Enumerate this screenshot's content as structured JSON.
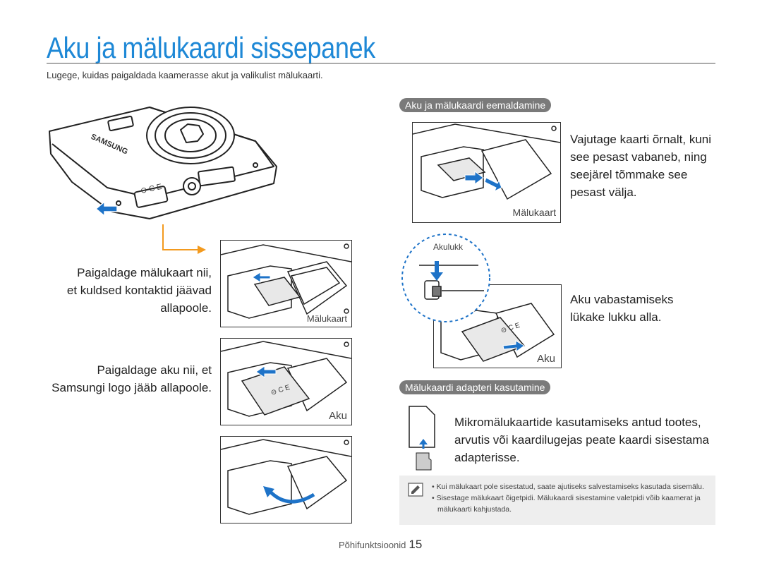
{
  "header": {
    "title": "Aku ja mälukaardi sissepanek",
    "subtitle": "Lugege, kuidas paigaldada kaamerasse akut ja valikulist mälukaarti."
  },
  "left": {
    "camera_brand_text": "SAMSUNG",
    "step1_caption": [
      "Paigaldage mälukaart nii,",
      "et kuldsed kontaktid jäävad",
      "allapoole."
    ],
    "step1_label": "Mälukaart",
    "step2_caption": [
      "Paigaldage aku nii, et",
      "Samsungi logo jääb allapoole."
    ],
    "step2_label": "Aku"
  },
  "right": {
    "section1_heading": "Aku ja mälukaardi eemaldamine",
    "removal_card_text": [
      "Vajutage kaarti õrnalt, kuni",
      "see pesast vabaneb, ning",
      "seejärel tõmmake see",
      "pesast välja."
    ],
    "removal_card_label": "Mälukaart",
    "lock_label": "Akulukk",
    "removal_battery_text": [
      "Aku vabastamiseks",
      "lükake lukku alla."
    ],
    "removal_battery_label": "Aku",
    "section2_heading": "Mälukaardi adapteri kasutamine",
    "adapter_text": [
      "Mikromälukaartide kasutamiseks antud tootes,",
      "arvutis või kaardilugejas peate kaardi sisestama",
      "adapterisse."
    ]
  },
  "notes": {
    "icon": "note-icon",
    "items": [
      "Kui mälukaart pole sisestatud, saate ajutiseks salvestamiseks kasutada sisemälu.",
      "Sisestage mälukaart õigetpidi. Mälukaardi sisestamine valetpidi võib kaamerat ja mälukaarti kahjustada."
    ]
  },
  "footer": {
    "section": "Põhifunktsioonid",
    "page": "15"
  },
  "colors": {
    "title": "#1e88d6",
    "arrow_blue": "#1e73c8",
    "arrow_orange": "#f39a1e",
    "pill": "#7a7a7a",
    "note_bg": "#eeeeee"
  }
}
